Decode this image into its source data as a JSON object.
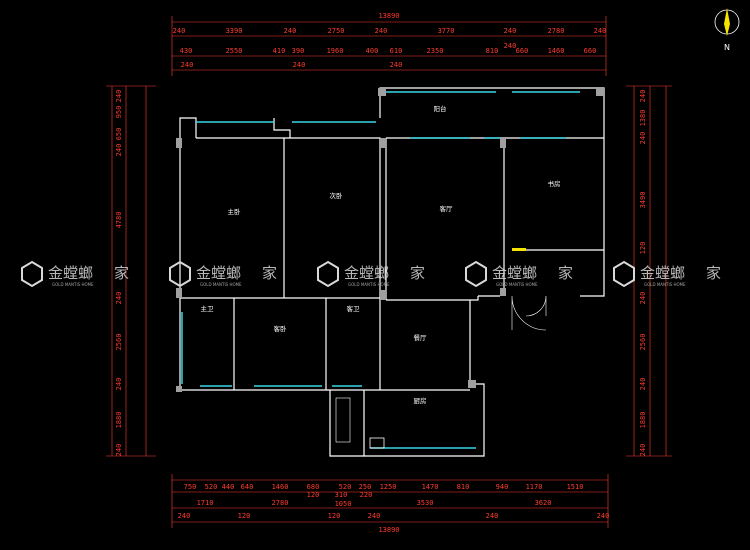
{
  "compass": {
    "label": "N"
  },
  "dims": {
    "top": {
      "overall": "13890",
      "row1": [
        "240",
        "3390",
        "240",
        "2750",
        "240",
        "3770",
        "240",
        "2780",
        "240"
      ],
      "row2": [
        "430",
        "2550",
        "410",
        "390",
        "1960",
        "400",
        "610",
        "2350",
        "810",
        "660",
        "1460",
        "660"
      ],
      "row3": [
        "240",
        "240",
        "240",
        "240"
      ]
    },
    "bottom": {
      "overall": "13890",
      "row1": [
        "750",
        "520",
        "440",
        "640",
        "1460",
        "680",
        "520",
        "250",
        "1250",
        "1470",
        "810",
        "940",
        "1170",
        "1510"
      ],
      "row2": [
        "1710",
        "2780",
        "120",
        "310",
        "220",
        "3530",
        "3620"
      ],
      "row3": [
        "240",
        "120",
        "120",
        "1050",
        "240",
        "240",
        "240"
      ]
    },
    "left": [
      "240",
      "950",
      "650",
      "240",
      "4780",
      "240",
      "2560",
      "240",
      "1880",
      "240"
    ],
    "right": [
      "240",
      "1380",
      "240",
      "3490",
      "120",
      "240",
      "2560",
      "240",
      "1880",
      "240"
    ]
  },
  "rooms": [
    {
      "id": "master",
      "label": "主卧"
    },
    {
      "id": "second",
      "label": "次卧"
    },
    {
      "id": "living",
      "label": "客厅"
    },
    {
      "id": "study",
      "label": "书房"
    },
    {
      "id": "balcony",
      "label": "阳台"
    },
    {
      "id": "bath1",
      "label": "主卫"
    },
    {
      "id": "guest",
      "label": "客卧"
    },
    {
      "id": "bath2",
      "label": "客卫"
    },
    {
      "id": "dining",
      "label": "餐厅"
    },
    {
      "id": "kitchen",
      "label": "厨房"
    }
  ],
  "watermark": {
    "brand": "金螳螂",
    "suffix": "家",
    "sub": "GOLD MANTIS HOME"
  }
}
